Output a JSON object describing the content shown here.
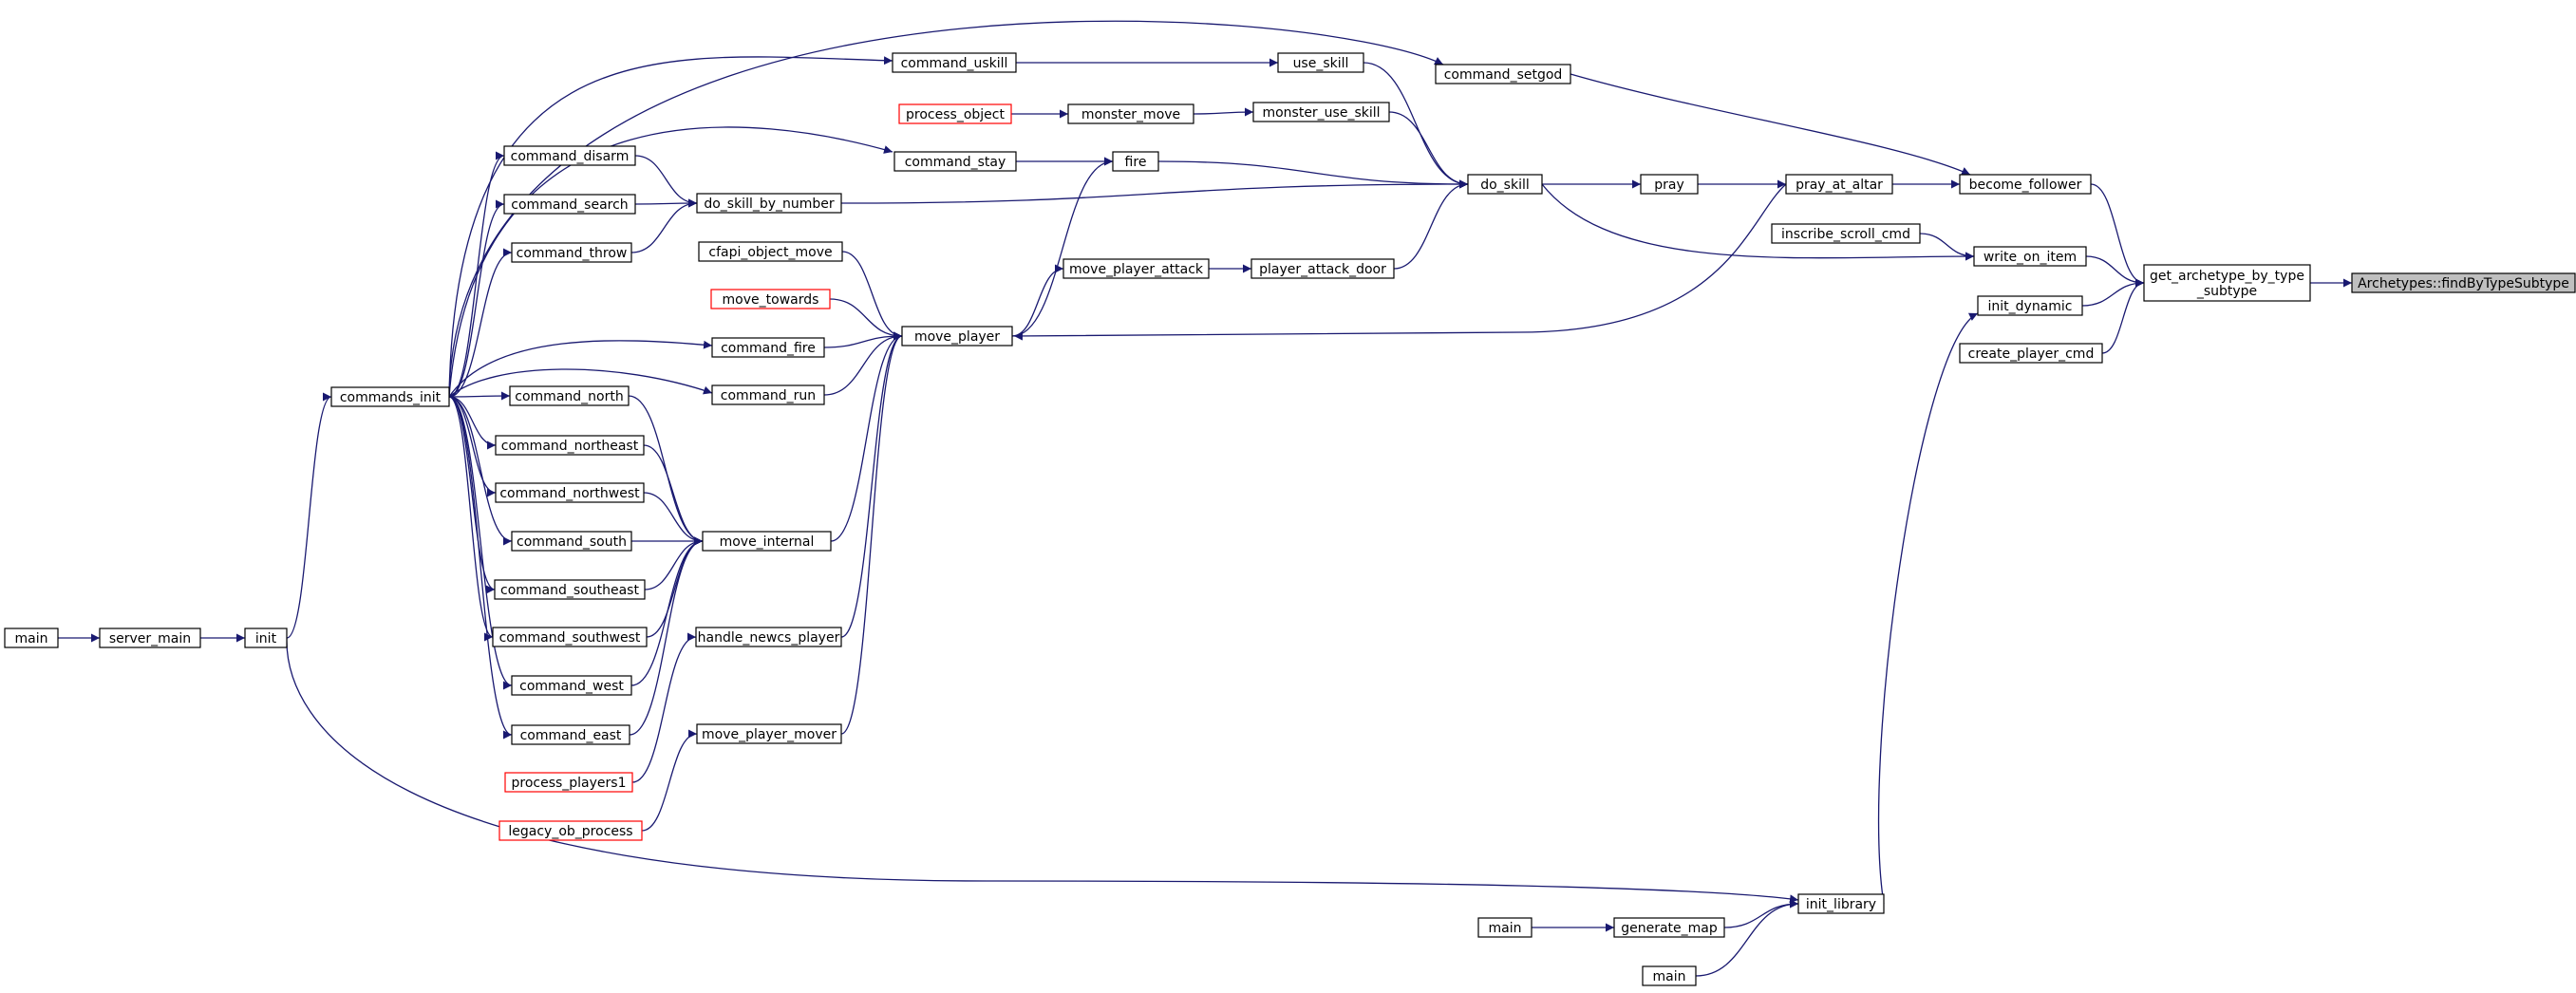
{
  "colors": {
    "edge": "#191970",
    "node_border": "#000000",
    "truncated_border": "#ff0000",
    "focus_fill": "#bfbfbf",
    "background": "#ffffff"
  },
  "nodes": [
    {
      "id": "focus",
      "label": "Archetypes::findByTypeSubtype",
      "style": "focus"
    },
    {
      "id": "get_arch",
      "label": "get_archetype_by_type\n_subtype",
      "style": "normal"
    },
    {
      "id": "become_follower",
      "label": "become_follower",
      "style": "normal"
    },
    {
      "id": "write_on_item",
      "label": "write_on_item",
      "style": "normal"
    },
    {
      "id": "init_dynamic",
      "label": "init_dynamic",
      "style": "normal"
    },
    {
      "id": "create_player_cmd",
      "label": "create_player_cmd",
      "style": "normal"
    },
    {
      "id": "pray_at_altar",
      "label": "pray_at_altar",
      "style": "normal"
    },
    {
      "id": "pray",
      "label": "pray",
      "style": "normal"
    },
    {
      "id": "command_setgod",
      "label": "command_setgod",
      "style": "normal"
    },
    {
      "id": "inscribe_scroll_cmd",
      "label": "inscribe_scroll_cmd",
      "style": "normal"
    },
    {
      "id": "do_skill",
      "label": "do_skill",
      "style": "normal"
    },
    {
      "id": "use_skill",
      "label": "use_skill",
      "style": "normal"
    },
    {
      "id": "monster_use_skill",
      "label": "monster_use_skill",
      "style": "normal"
    },
    {
      "id": "player_attack_door",
      "label": "player_attack_door",
      "style": "normal"
    },
    {
      "id": "fire",
      "label": "fire",
      "style": "normal"
    },
    {
      "id": "move_player_attack",
      "label": "move_player_attack",
      "style": "normal"
    },
    {
      "id": "monster_move",
      "label": "monster_move",
      "style": "normal"
    },
    {
      "id": "process_object",
      "label": "process_object",
      "style": "truncated"
    },
    {
      "id": "command_uskill",
      "label": "command_uskill",
      "style": "normal"
    },
    {
      "id": "command_stay",
      "label": "command_stay",
      "style": "normal"
    },
    {
      "id": "do_skill_by_number",
      "label": "do_skill_by_number",
      "style": "normal"
    },
    {
      "id": "move_player",
      "label": "move_player",
      "style": "normal"
    },
    {
      "id": "cfapi_object_move",
      "label": "cfapi_object_move",
      "style": "normal"
    },
    {
      "id": "move_towards",
      "label": "move_towards",
      "style": "truncated"
    },
    {
      "id": "command_fire",
      "label": "command_fire",
      "style": "normal"
    },
    {
      "id": "command_run",
      "label": "command_run",
      "style": "normal"
    },
    {
      "id": "move_internal",
      "label": "move_internal",
      "style": "normal"
    },
    {
      "id": "handle_newcs_player",
      "label": "handle_newcs_player",
      "style": "normal"
    },
    {
      "id": "move_player_mover",
      "label": "move_player_mover",
      "style": "normal"
    },
    {
      "id": "process_players1",
      "label": "process_players1",
      "style": "truncated"
    },
    {
      "id": "legacy_ob_process",
      "label": "legacy_ob_process",
      "style": "truncated"
    },
    {
      "id": "command_disarm",
      "label": "command_disarm",
      "style": "normal"
    },
    {
      "id": "command_search",
      "label": "command_search",
      "style": "normal"
    },
    {
      "id": "command_throw",
      "label": "command_throw",
      "style": "normal"
    },
    {
      "id": "command_north",
      "label": "command_north",
      "style": "normal"
    },
    {
      "id": "command_northeast",
      "label": "command_northeast",
      "style": "normal"
    },
    {
      "id": "command_northwest",
      "label": "command_northwest",
      "style": "normal"
    },
    {
      "id": "command_south",
      "label": "command_south",
      "style": "normal"
    },
    {
      "id": "command_southeast",
      "label": "command_southeast",
      "style": "normal"
    },
    {
      "id": "command_southwest",
      "label": "command_southwest",
      "style": "normal"
    },
    {
      "id": "command_west",
      "label": "command_west",
      "style": "normal"
    },
    {
      "id": "command_east",
      "label": "command_east",
      "style": "normal"
    },
    {
      "id": "commands_init",
      "label": "commands_init",
      "style": "normal"
    },
    {
      "id": "init",
      "label": "init",
      "style": "normal"
    },
    {
      "id": "server_main",
      "label": "server_main",
      "style": "normal"
    },
    {
      "id": "main_server",
      "label": "main",
      "style": "normal"
    },
    {
      "id": "init_library",
      "label": "init_library",
      "style": "normal"
    },
    {
      "id": "generate_map",
      "label": "generate_map",
      "style": "normal"
    },
    {
      "id": "main_gen",
      "label": "main",
      "style": "normal"
    },
    {
      "id": "main_lib",
      "label": "main",
      "style": "normal"
    }
  ],
  "edges": [
    {
      "from": "get_arch",
      "to": "focus"
    },
    {
      "from": "become_follower",
      "to": "get_arch"
    },
    {
      "from": "write_on_item",
      "to": "get_arch"
    },
    {
      "from": "init_dynamic",
      "to": "get_arch"
    },
    {
      "from": "create_player_cmd",
      "to": "get_arch"
    },
    {
      "from": "pray_at_altar",
      "to": "become_follower"
    },
    {
      "from": "command_setgod",
      "to": "become_follower"
    },
    {
      "from": "pray",
      "to": "pray_at_altar"
    },
    {
      "from": "do_skill",
      "to": "pray"
    },
    {
      "from": "do_skill",
      "to": "write_on_item"
    },
    {
      "from": "inscribe_scroll_cmd",
      "to": "write_on_item"
    },
    {
      "from": "init_library",
      "to": "init_dynamic"
    },
    {
      "from": "pray_at_altar",
      "to": "move_player"
    },
    {
      "from": "use_skill",
      "to": "do_skill"
    },
    {
      "from": "monster_use_skill",
      "to": "do_skill"
    },
    {
      "from": "fire",
      "to": "do_skill"
    },
    {
      "from": "do_skill_by_number",
      "to": "do_skill"
    },
    {
      "from": "player_attack_door",
      "to": "do_skill"
    },
    {
      "from": "command_uskill",
      "to": "use_skill"
    },
    {
      "from": "monster_move",
      "to": "monster_use_skill"
    },
    {
      "from": "process_object",
      "to": "monster_move"
    },
    {
      "from": "move_player_attack",
      "to": "player_attack_door"
    },
    {
      "from": "move_player",
      "to": "move_player_attack"
    },
    {
      "from": "command_stay",
      "to": "fire"
    },
    {
      "from": "move_player",
      "to": "fire"
    },
    {
      "from": "command_disarm",
      "to": "do_skill_by_number"
    },
    {
      "from": "command_search",
      "to": "do_skill_by_number"
    },
    {
      "from": "command_throw",
      "to": "do_skill_by_number"
    },
    {
      "from": "cfapi_object_move",
      "to": "move_player"
    },
    {
      "from": "move_towards",
      "to": "move_player"
    },
    {
      "from": "command_fire",
      "to": "move_player"
    },
    {
      "from": "command_run",
      "to": "move_player"
    },
    {
      "from": "move_internal",
      "to": "move_player"
    },
    {
      "from": "handle_newcs_player",
      "to": "move_player"
    },
    {
      "from": "move_player_mover",
      "to": "move_player"
    },
    {
      "from": "command_north",
      "to": "move_internal"
    },
    {
      "from": "command_northeast",
      "to": "move_internal"
    },
    {
      "from": "command_northwest",
      "to": "move_internal"
    },
    {
      "from": "command_south",
      "to": "move_internal"
    },
    {
      "from": "command_southeast",
      "to": "move_internal"
    },
    {
      "from": "command_southwest",
      "to": "move_internal"
    },
    {
      "from": "command_west",
      "to": "move_internal"
    },
    {
      "from": "command_east",
      "to": "move_internal"
    },
    {
      "from": "process_players1",
      "to": "handle_newcs_player"
    },
    {
      "from": "legacy_ob_process",
      "to": "move_player_mover"
    },
    {
      "from": "commands_init",
      "to": "command_setgod"
    },
    {
      "from": "commands_init",
      "to": "command_uskill"
    },
    {
      "from": "commands_init",
      "to": "command_stay"
    },
    {
      "from": "commands_init",
      "to": "command_disarm"
    },
    {
      "from": "commands_init",
      "to": "command_search"
    },
    {
      "from": "commands_init",
      "to": "command_throw"
    },
    {
      "from": "commands_init",
      "to": "command_fire"
    },
    {
      "from": "commands_init",
      "to": "command_run"
    },
    {
      "from": "commands_init",
      "to": "command_north"
    },
    {
      "from": "commands_init",
      "to": "command_northeast"
    },
    {
      "from": "commands_init",
      "to": "command_northwest"
    },
    {
      "from": "commands_init",
      "to": "command_south"
    },
    {
      "from": "commands_init",
      "to": "command_southeast"
    },
    {
      "from": "commands_init",
      "to": "command_southwest"
    },
    {
      "from": "commands_init",
      "to": "command_west"
    },
    {
      "from": "commands_init",
      "to": "command_east"
    },
    {
      "from": "init",
      "to": "commands_init"
    },
    {
      "from": "server_main",
      "to": "init"
    },
    {
      "from": "main_server",
      "to": "server_main"
    },
    {
      "from": "init",
      "to": "init_library"
    },
    {
      "from": "generate_map",
      "to": "init_library"
    },
    {
      "from": "main_lib",
      "to": "init_library"
    },
    {
      "from": "main_gen",
      "to": "generate_map"
    }
  ]
}
